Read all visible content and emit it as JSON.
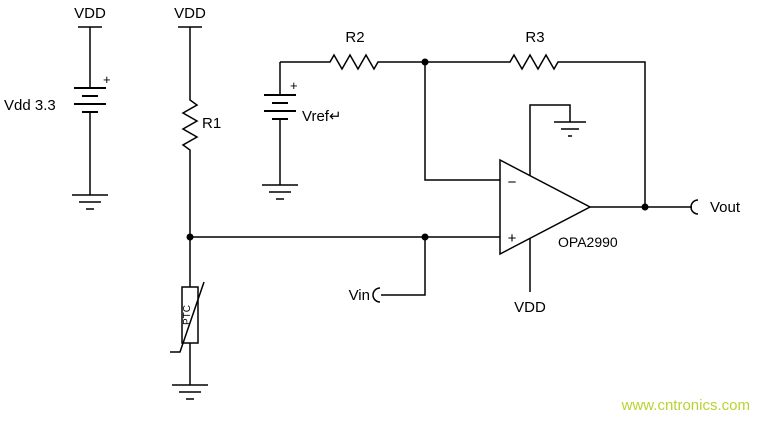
{
  "diagram": {
    "type": "circuit-schematic",
    "labels": {
      "vdd_rail_left": "VDD",
      "vdd_rail_r1": "VDD",
      "battery_left_plus": "+",
      "battery_left_name": "Vdd 3.3",
      "r1": "R1",
      "r2": "R2",
      "r3": "R3",
      "vref_plus": "+",
      "vref_name": "Vref↵",
      "ptc": "PTC",
      "vin": "Vin",
      "opamp_inverting": "−",
      "opamp_noninverting": "+",
      "opamp_part": "OPA2990",
      "opamp_vdd": "VDD",
      "vout": "Vout"
    },
    "colors": {
      "wire": "#000000",
      "background": "#ffffff",
      "watermark": "#b9d332"
    }
  },
  "watermark": {
    "text": "www.cntronics.com"
  }
}
